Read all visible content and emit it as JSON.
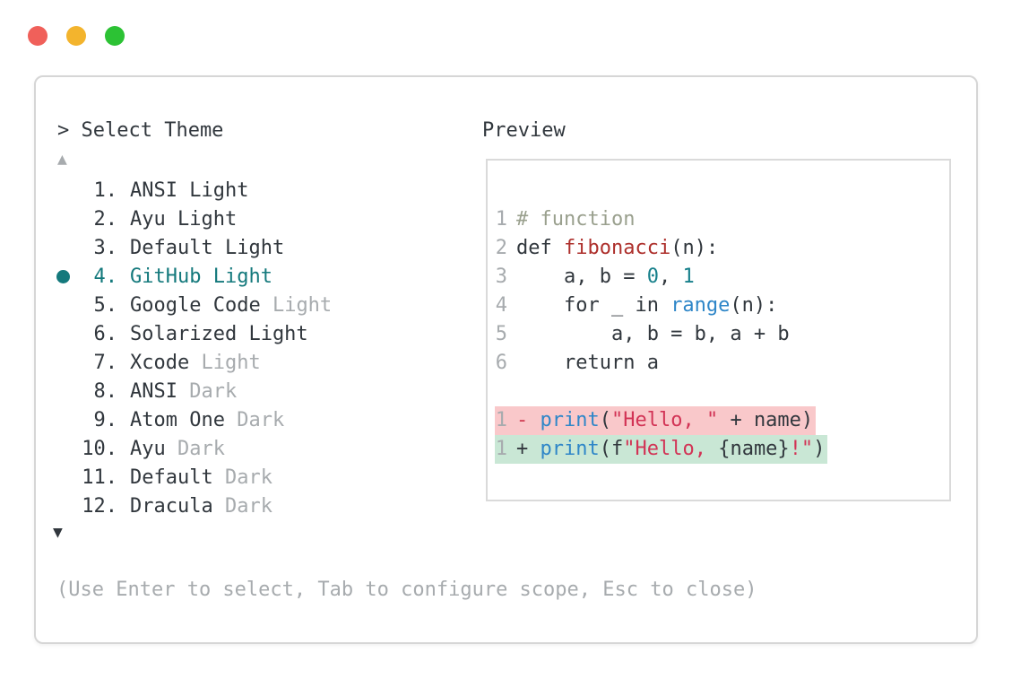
{
  "window": {
    "traffic_lights": [
      {
        "name": "close",
        "color": "#f0605a"
      },
      {
        "name": "minimize",
        "color": "#f3b42d"
      },
      {
        "name": "zoom",
        "color": "#2cc234"
      }
    ]
  },
  "theme_selector": {
    "title": "> Select Theme",
    "scroll_up_glyph": "▲",
    "scroll_down_glyph": "▼",
    "items": [
      {
        "number": "1.",
        "name": "ANSI Light",
        "suffix": "",
        "selected": false
      },
      {
        "number": "2.",
        "name": "Ayu Light",
        "suffix": "",
        "selected": false
      },
      {
        "number": "3.",
        "name": "Default Light",
        "suffix": "",
        "selected": false
      },
      {
        "number": "4.",
        "name": "GitHub Light",
        "suffix": "",
        "selected": true
      },
      {
        "number": "5.",
        "name": "Google Code",
        "suffix": "Light",
        "selected": false
      },
      {
        "number": "6.",
        "name": "Solarized Light",
        "suffix": "",
        "selected": false
      },
      {
        "number": "7.",
        "name": "Xcode",
        "suffix": "Light",
        "selected": false
      },
      {
        "number": "8.",
        "name": "ANSI",
        "suffix": "Dark",
        "selected": false
      },
      {
        "number": "9.",
        "name": "Atom One",
        "suffix": "Dark",
        "selected": false
      },
      {
        "number": "10.",
        "name": "Ayu",
        "suffix": "Dark",
        "selected": false
      },
      {
        "number": "11.",
        "name": "Default",
        "suffix": "Dark",
        "selected": false
      },
      {
        "number": "12.",
        "name": "Dracula",
        "suffix": "Dark",
        "selected": false
      }
    ],
    "hint": "(Use Enter to select, Tab to configure scope, Esc to close)"
  },
  "preview": {
    "title": "Preview",
    "code_lines": [
      {
        "number": "1",
        "tokens": [
          {
            "t": "# function",
            "c": "comment"
          }
        ]
      },
      {
        "number": "2",
        "tokens": [
          {
            "t": "def ",
            "c": "plain"
          },
          {
            "t": "fibonacci",
            "c": "function"
          },
          {
            "t": "(n):",
            "c": "plain"
          }
        ]
      },
      {
        "number": "3",
        "tokens": [
          {
            "t": "    a, b = ",
            "c": "plain"
          },
          {
            "t": "0",
            "c": "number"
          },
          {
            "t": ", ",
            "c": "plain"
          },
          {
            "t": "1",
            "c": "number"
          }
        ]
      },
      {
        "number": "4",
        "tokens": [
          {
            "t": "    for _ in ",
            "c": "plain"
          },
          {
            "t": "range",
            "c": "builtin"
          },
          {
            "t": "(n):",
            "c": "plain"
          }
        ]
      },
      {
        "number": "5",
        "tokens": [
          {
            "t": "        a, b = b, a + b",
            "c": "plain"
          }
        ]
      },
      {
        "number": "6",
        "tokens": [
          {
            "t": "    return a",
            "c": "plain"
          }
        ]
      }
    ],
    "diff_lines": [
      {
        "number": "1",
        "kind": "removed",
        "tokens": [
          {
            "t": "- ",
            "c": "diff-minus"
          },
          {
            "t": "print",
            "c": "builtin"
          },
          {
            "t": "(",
            "c": "plain"
          },
          {
            "t": "\"Hello, \"",
            "c": "string"
          },
          {
            "t": " + name)",
            "c": "plain"
          }
        ]
      },
      {
        "number": "1",
        "kind": "added",
        "tokens": [
          {
            "t": "+ ",
            "c": "plain"
          },
          {
            "t": "print",
            "c": "builtin"
          },
          {
            "t": "(f",
            "c": "plain"
          },
          {
            "t": "\"Hello, ",
            "c": "string"
          },
          {
            "t": "{name}",
            "c": "plain"
          },
          {
            "t": "!\"",
            "c": "string"
          },
          {
            "t": ")",
            "c": "plain"
          }
        ]
      }
    ]
  },
  "colors": {
    "text_dark": "#31373d",
    "text_gray": "#a7abae",
    "selection_teal": "#14797c",
    "comment": "#9aa08e",
    "function_red": "#ad2f2b",
    "number_teal": "#17808b",
    "builtin_blue": "#2e86c8",
    "string_crimson": "#d23355",
    "diff_minus_red": "#cf3d52",
    "diff_removed_bg": "#f9c8ca",
    "diff_added_bg": "#c9e7d5",
    "panel_border": "#d6d6d6",
    "preview_border": "#dadada"
  }
}
